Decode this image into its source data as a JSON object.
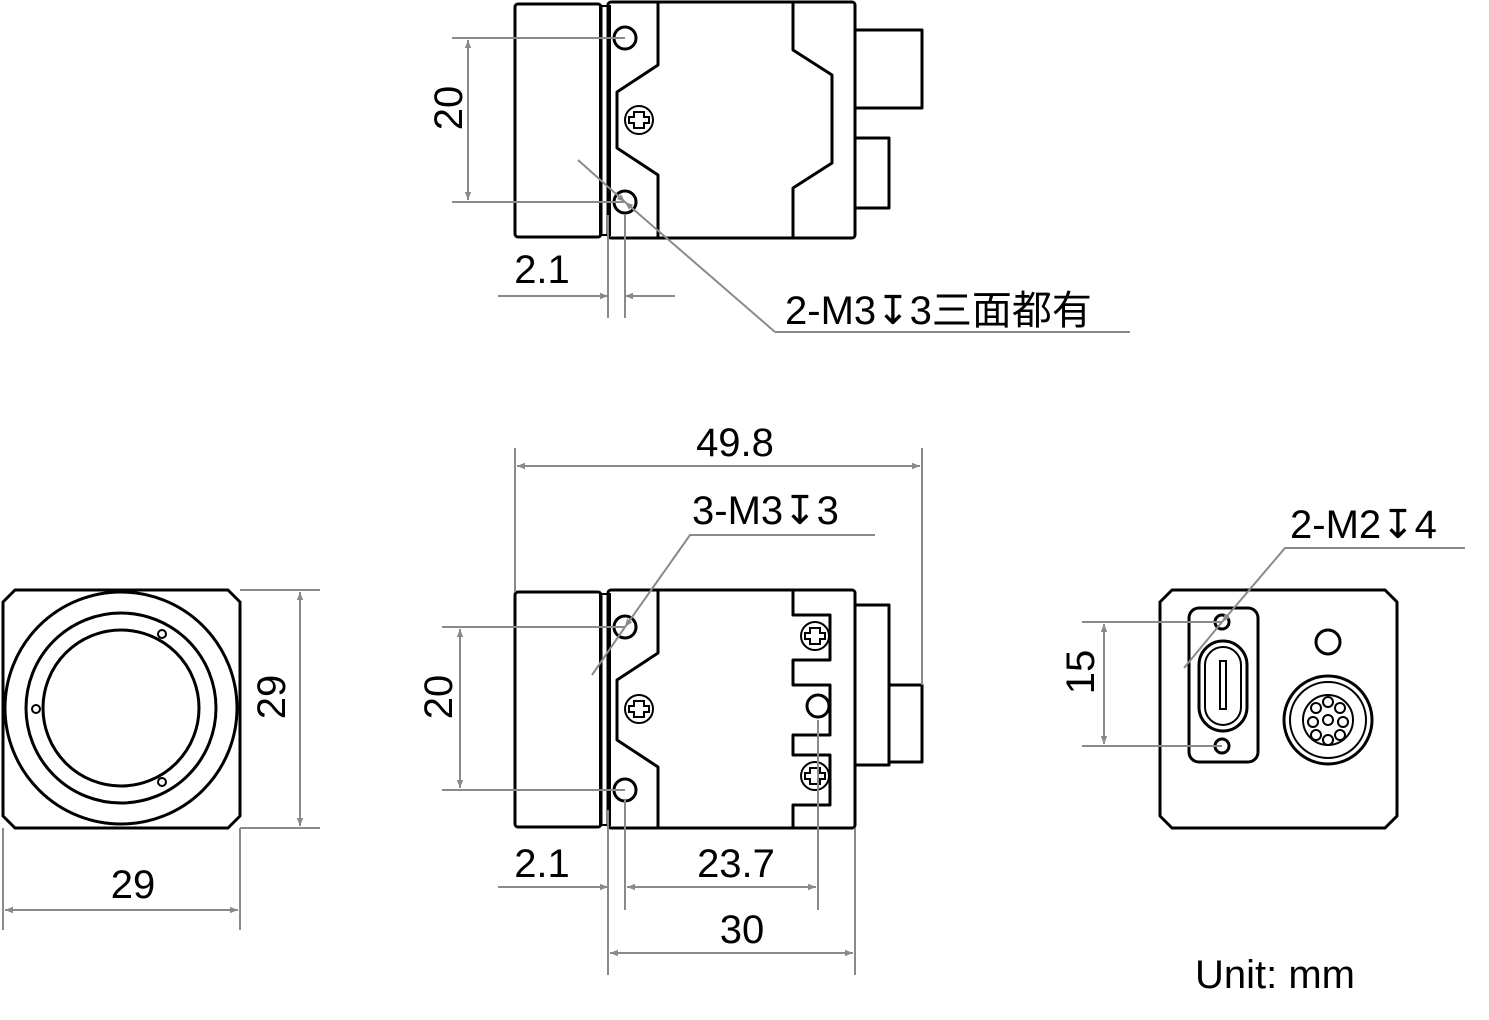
{
  "top_view": {
    "dim_hole_spacing": "20",
    "dim_offset": "2.1",
    "note": "2-M3↧3三面都有"
  },
  "front_view": {
    "dim_height": "29",
    "dim_width": "29"
  },
  "side_view": {
    "dim_length": "49.8",
    "note": "3-M3↧3",
    "dim_hole_spacing": "20",
    "dim_offset": "2.1",
    "dim_hole_distance": "23.7",
    "dim_body": "30"
  },
  "back_view": {
    "note": "2-M2↧4",
    "dim_hole_spacing": "15"
  },
  "unit_label": "Unit: mm"
}
